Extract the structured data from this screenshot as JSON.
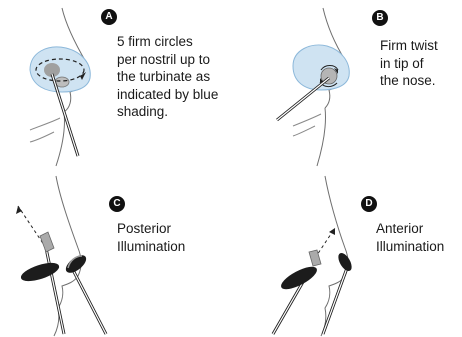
{
  "panels": [
    {
      "badge": "A",
      "caption": "5 firm circles\nper nostril up to\nthe turbinate as\nindicated by blue\nshading."
    },
    {
      "badge": "B",
      "caption": "Firm twist\nin tip of\nthe nose."
    },
    {
      "badge": "C",
      "caption": "Posterior\nIllumination"
    },
    {
      "badge": "D",
      "caption": "Anterior\nIllumination"
    }
  ],
  "colors": {
    "shading": "#cfe3f2",
    "shading_stroke": "#8cb8da",
    "ink": "#1a1a1a",
    "outline": "#6f6f6f"
  }
}
